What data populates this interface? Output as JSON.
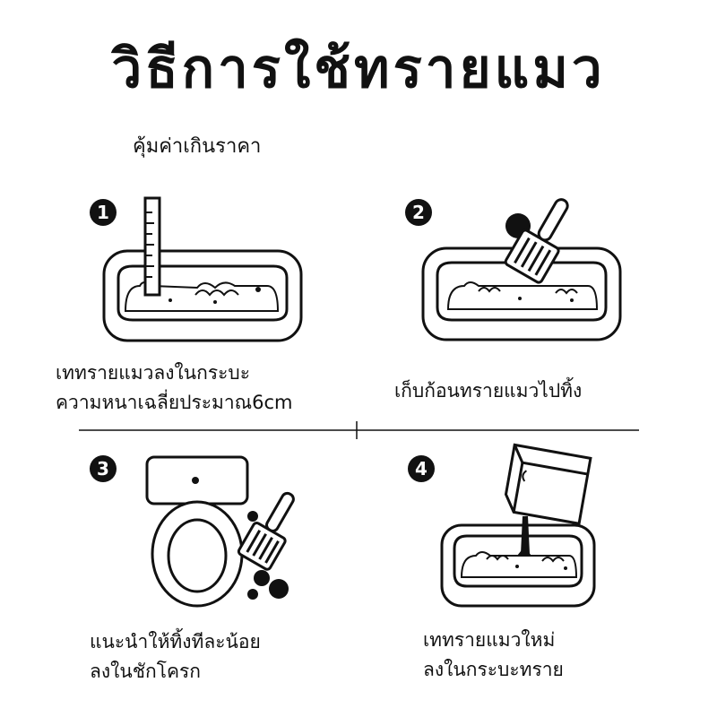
{
  "title": "วิธีการใช้ทรายแมว",
  "subtitle": "คุ้มค่าเกินราคา",
  "steps": [
    {
      "number": "1",
      "lines": [
        "เททรายแมวลงในกระบะ",
        "ความหนาเฉลี่ยประมาณ6cm"
      ]
    },
    {
      "number": "2",
      "lines": [
        "เก็บก้อนทรายแมวไปทิ้ง"
      ]
    },
    {
      "number": "3",
      "lines": [
        "แนะนำให้ทิ้งทีละน้อย",
        "ลงในชักโครก"
      ]
    },
    {
      "number": "4",
      "lines": [
        "เททรายแมวใหม่",
        "ลงในกระบะทราย"
      ]
    }
  ]
}
